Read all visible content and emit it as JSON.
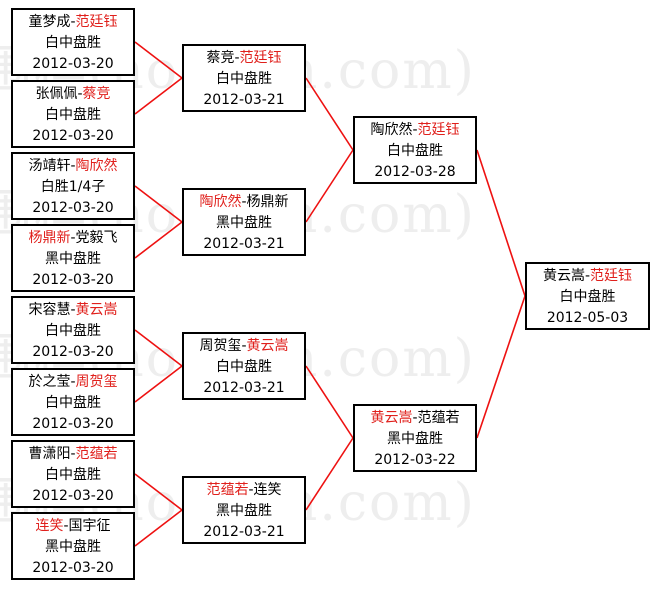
{
  "watermark": "围棋(hoetom.com)",
  "colors": {
    "winner": "#e0201c",
    "line": "#ee1111",
    "border": "#000000"
  },
  "rounds": [
    [
      {
        "id": "r1m1",
        "p1": "童梦成",
        "p2": "范廷钰",
        "winner": 2,
        "result": "白中盘胜",
        "date": "2012-03-20"
      },
      {
        "id": "r1m2",
        "p1": "张佩佩",
        "p2": "蔡竞",
        "winner": 2,
        "result": "白中盘胜",
        "date": "2012-03-20"
      },
      {
        "id": "r1m3",
        "p1": "汤靖轩",
        "p2": "陶欣然",
        "winner": 2,
        "result": "白胜1/4子",
        "date": "2012-03-20"
      },
      {
        "id": "r1m4",
        "p1": "杨鼎新",
        "p2": "党毅飞",
        "winner": 1,
        "result": "黑中盘胜",
        "date": "2012-03-20"
      },
      {
        "id": "r1m5",
        "p1": "宋容慧",
        "p2": "黄云嵩",
        "winner": 2,
        "result": "白中盘胜",
        "date": "2012-03-20"
      },
      {
        "id": "r1m6",
        "p1": "於之莹",
        "p2": "周贺玺",
        "winner": 2,
        "result": "白中盘胜",
        "date": "2012-03-20"
      },
      {
        "id": "r1m7",
        "p1": "曹潇阳",
        "p2": "范蕴若",
        "winner": 2,
        "result": "白中盘胜",
        "date": "2012-03-20"
      },
      {
        "id": "r1m8",
        "p1": "连笑",
        "p2": "国宇征",
        "winner": 1,
        "result": "黑中盘胜",
        "date": "2012-03-20"
      }
    ],
    [
      {
        "id": "r2m1",
        "p1": "蔡竞",
        "p2": "范廷钰",
        "winner": 2,
        "result": "白中盘胜",
        "date": "2012-03-21"
      },
      {
        "id": "r2m2",
        "p1": "陶欣然",
        "p2": "杨鼎新",
        "winner": 1,
        "result": "黑中盘胜",
        "date": "2012-03-21"
      },
      {
        "id": "r2m3",
        "p1": "周贺玺",
        "p2": "黄云嵩",
        "winner": 2,
        "result": "白中盘胜",
        "date": "2012-03-21"
      },
      {
        "id": "r2m4",
        "p1": "范蕴若",
        "p2": "连笑",
        "winner": 1,
        "result": "黑中盘胜",
        "date": "2012-03-21"
      }
    ],
    [
      {
        "id": "r3m1",
        "p1": "陶欣然",
        "p2": "范廷钰",
        "winner": 2,
        "result": "白中盘胜",
        "date": "2012-03-28"
      },
      {
        "id": "r3m2",
        "p1": "黄云嵩",
        "p2": "范蕴若",
        "winner": 1,
        "result": "黑中盘胜",
        "date": "2012-03-22"
      }
    ],
    [
      {
        "id": "r4m1",
        "p1": "黄云嵩",
        "p2": "范廷钰",
        "winner": 2,
        "result": "白中盘胜",
        "date": "2012-05-03"
      }
    ]
  ]
}
